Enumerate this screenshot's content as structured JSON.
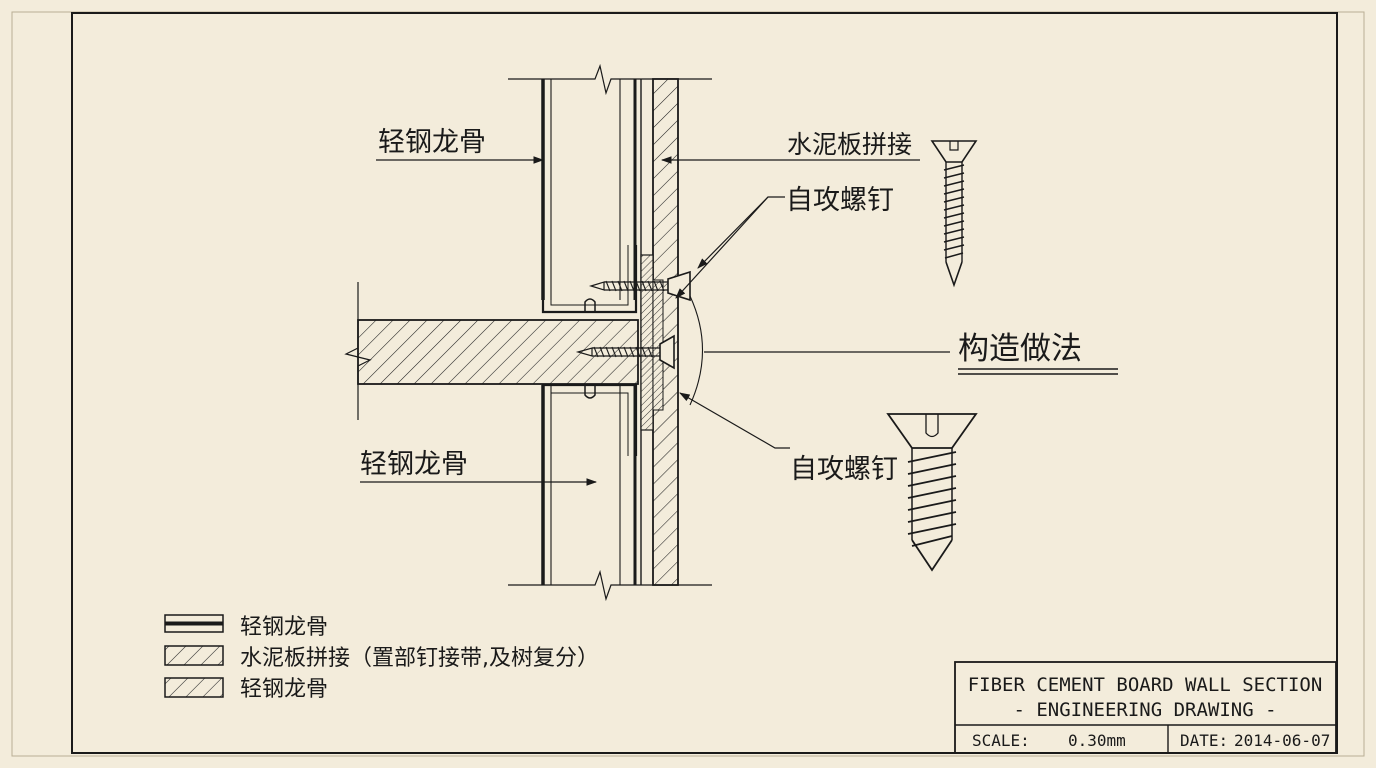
{
  "labels": {
    "keel_top": "轻钢龙骨",
    "board_joint": "水泥板拼接",
    "screw_top": "自攻螺钉",
    "construction": "构造做法",
    "keel_bottom": "轻钢龙骨",
    "screw_bottom": "自攻螺钉"
  },
  "legend": [
    {
      "text": "轻钢龙骨",
      "symbol": "double-line"
    },
    {
      "text": "水泥板拼接（置部钉接带,及树复分）",
      "symbol": "hatch"
    },
    {
      "text": "轻钢龙骨",
      "symbol": "hatch"
    }
  ],
  "title_block": {
    "title_line1": "FIBER CEMENT BOARD WALL SECTION",
    "title_line2": "- ENGINEERING DRAWING -",
    "scale_label": "SCALE:",
    "scale_value": "0.30mm",
    "date_label": "DATE:",
    "date_value": "2014-06-07"
  },
  "colors": {
    "paper": "#f3ecdb",
    "ink": "#1a1a1a"
  }
}
